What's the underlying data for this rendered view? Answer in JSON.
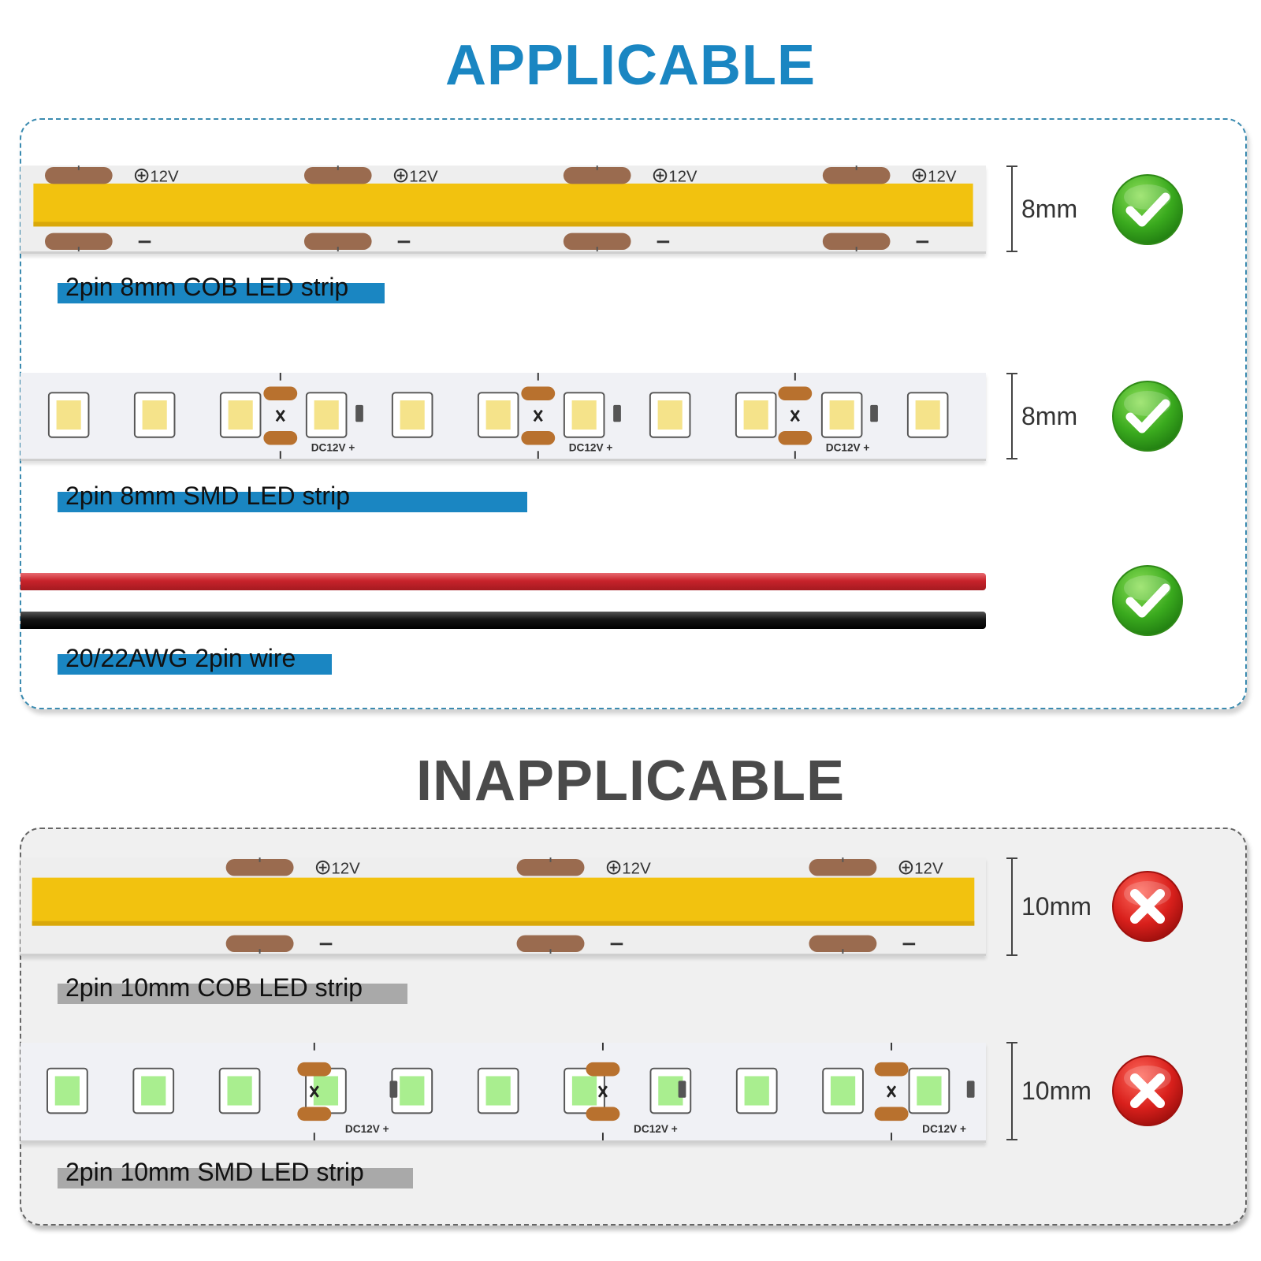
{
  "headings": {
    "applicable": "APPLICABLE",
    "inapplicable": "INAPPLICABLE"
  },
  "applicable": [
    {
      "label": "2pin 8mm COB LED strip",
      "width_text": "8mm",
      "status": "check-icon",
      "strip_marking": "12V"
    },
    {
      "label": "2pin 8mm SMD LED strip",
      "width_text": "8mm",
      "status": "check-icon",
      "strip_marking": "DC12V +"
    },
    {
      "label": "20/22AWG 2pin wire",
      "status": "check-icon"
    }
  ],
  "inapplicable": [
    {
      "label": "2pin 10mm COB LED strip",
      "width_text": "10mm",
      "status": "cross-icon",
      "strip_marking": "12V"
    },
    {
      "label": "2pin 10mm SMD LED strip",
      "width_text": "10mm",
      "status": "cross-icon",
      "strip_marking": "DC12V +"
    }
  ],
  "colors": {
    "applicable_accent": "#1a86c2",
    "inapplicable_text": "#4a4a4a",
    "cob_light": "#f2c20f",
    "copper_pad": "#9a6b4f",
    "check_green": "#3aaa1e",
    "cross_red": "#d9201c",
    "wire_red": "#c8232b",
    "wire_black": "#151515"
  }
}
